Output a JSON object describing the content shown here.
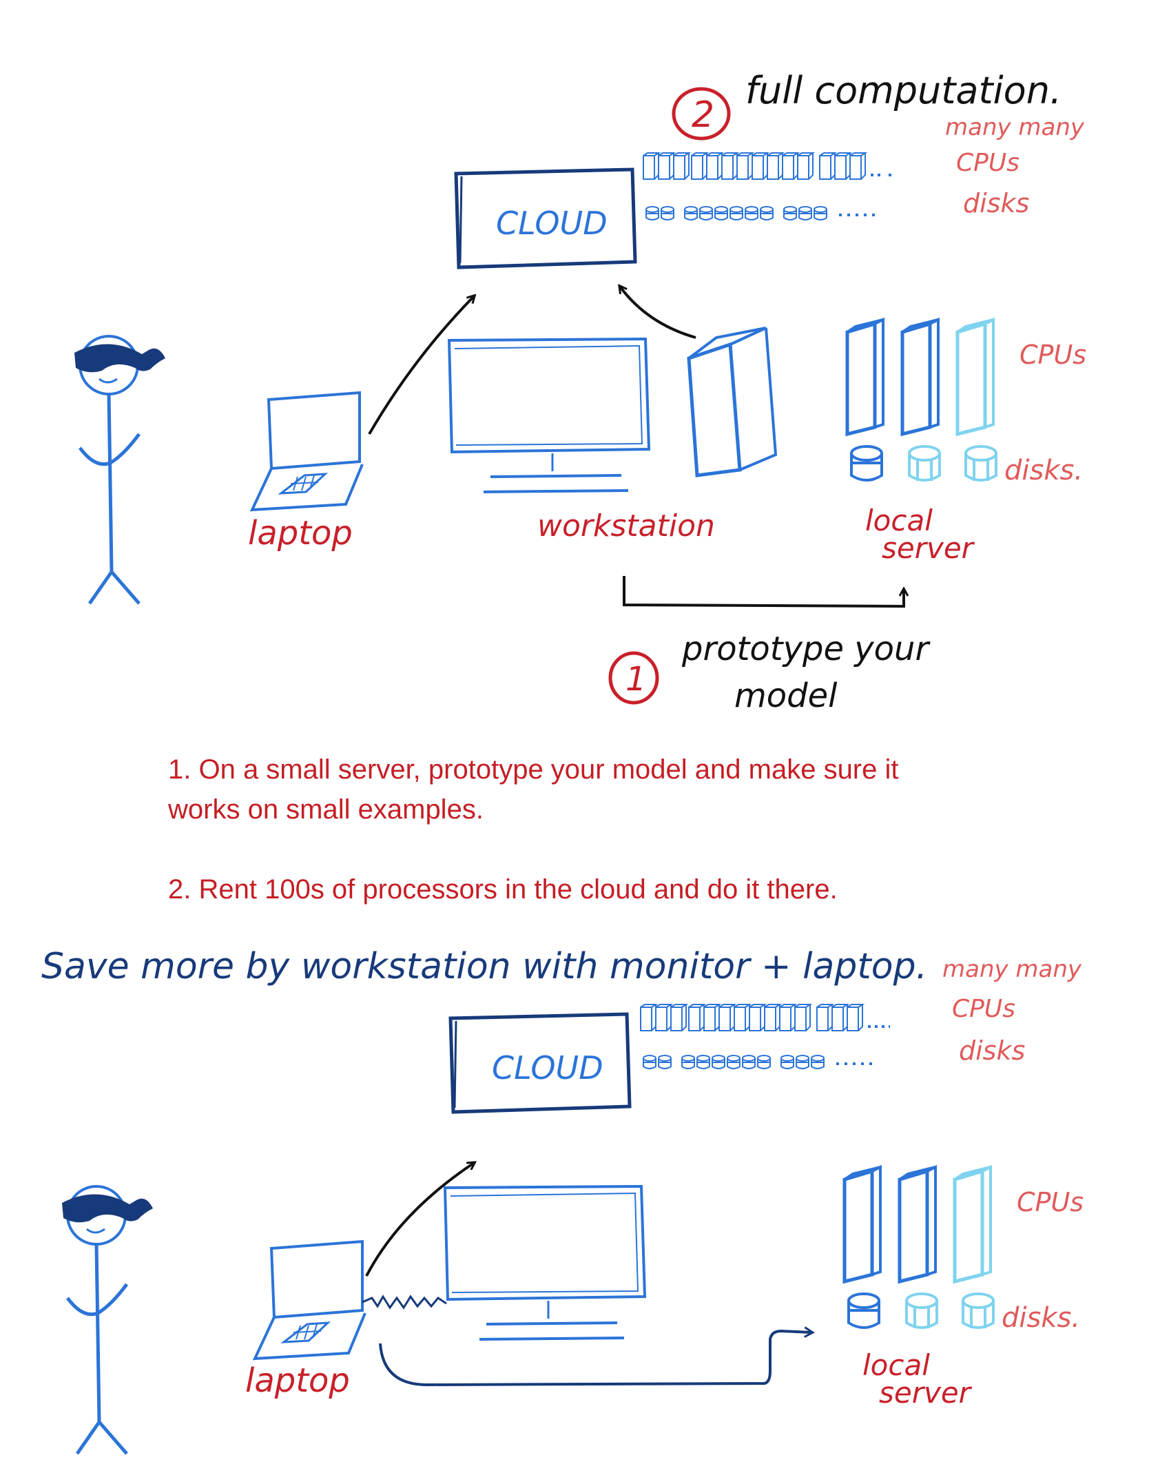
{
  "top": {
    "cloud_label": "CLOUD",
    "step2_number": "2",
    "step2_label": "full computation.",
    "many_label": "many many",
    "cpus_label": "CPUs",
    "disks_label": "disks",
    "laptop_label": "laptop",
    "workstation_label": "workstation",
    "local_label": "local",
    "server_label": "server",
    "local_cpus_label": "CPUs",
    "local_disks_label": "disks.",
    "step1_number": "1",
    "step1_line1": "prototype your",
    "step1_line2": "model"
  },
  "steps": {
    "item1_line1": "1. On a small server, prototype your model and make sure it",
    "item1_line2": "works on small examples.",
    "item2": "2. Rent 100s of processors in the cloud and do it there."
  },
  "bottom": {
    "heading": "Save more by workstation with monitor + laptop.",
    "cloud_label": "CLOUD",
    "many_label": "many many",
    "cpus_label": "CPUs",
    "disks_label": "disks",
    "laptop_label": "laptop",
    "local_label": "local",
    "server_label": "server",
    "local_cpus_label": "CPUs",
    "local_disks_label": "disks."
  },
  "colors": {
    "device_blue": "#2b74d8",
    "light_blue": "#7fd3ee",
    "navy": "#173a7a",
    "label_red": "#c8202a",
    "note_pink": "#e05a5a",
    "arrow_black": "#111111"
  }
}
